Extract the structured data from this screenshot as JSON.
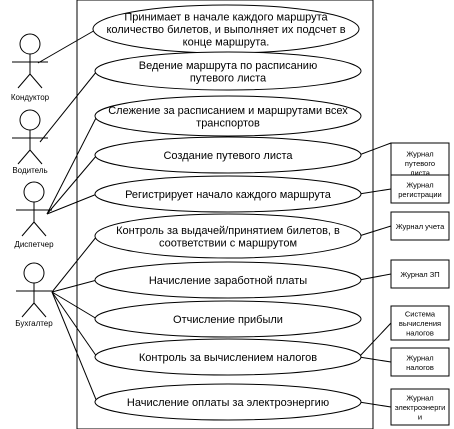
{
  "actors": [
    {
      "id": "a1",
      "label": "Кондуктор"
    },
    {
      "id": "a2",
      "label": "Водитель"
    },
    {
      "id": "a3",
      "label": "Диспетчер"
    },
    {
      "id": "a4",
      "label": "Бухгалтер"
    }
  ],
  "use_cases": [
    {
      "id": "u1",
      "lines": [
        "Принимает в начале каждого маршрута",
        "количество билетов, и выполняет их подсчет в",
        "конце маршрута."
      ]
    },
    {
      "id": "u2",
      "lines": [
        "Ведение маршрута по расписанию",
        "путевого листа"
      ]
    },
    {
      "id": "u3",
      "lines": [
        "Слежение за расписанием и маршрутами всех",
        "транспортов"
      ]
    },
    {
      "id": "u4",
      "lines": [
        "Создание путевого листа"
      ]
    },
    {
      "id": "u5",
      "lines": [
        "Регистрирует начало каждого маршрута"
      ]
    },
    {
      "id": "u6",
      "lines": [
        "Контроль за выдачей/принятием билетов, в",
        "соответствии с маршрутом"
      ]
    },
    {
      "id": "u7",
      "lines": [
        "Начисление заработной платы"
      ]
    },
    {
      "id": "u8",
      "lines": [
        "Отчисление прибыли"
      ]
    },
    {
      "id": "u9",
      "lines": [
        "Контроль за вычислением налогов"
      ]
    },
    {
      "id": "u10",
      "lines": [
        "Начисление оплаты за электроэнергию"
      ]
    }
  ],
  "documents": [
    {
      "id": "d1",
      "lines": [
        "Журнал",
        "путевого",
        "листа"
      ]
    },
    {
      "id": "d2",
      "lines": [
        "Журнал",
        "регистрации"
      ]
    },
    {
      "id": "d3",
      "lines": [
        "Журнал учета"
      ]
    },
    {
      "id": "d4",
      "lines": [
        "Журнал ЗП"
      ]
    },
    {
      "id": "d5",
      "lines": [
        "Система",
        "вычисления",
        "налогов"
      ]
    },
    {
      "id": "d6",
      "lines": [
        "Журнал",
        "налогов"
      ]
    },
    {
      "id": "d7",
      "lines": [
        "Журнал",
        "электроэнерги",
        "и"
      ]
    }
  ],
  "actor_links": [
    {
      "actor": "a1",
      "use_case": "u1"
    },
    {
      "actor": "a2",
      "use_case": "u2"
    },
    {
      "actor": "a3",
      "use_case": "u3"
    },
    {
      "actor": "a3",
      "use_case": "u4"
    },
    {
      "actor": "a3",
      "use_case": "u5"
    },
    {
      "actor": "a4",
      "use_case": "u6"
    },
    {
      "actor": "a4",
      "use_case": "u7"
    },
    {
      "actor": "a4",
      "use_case": "u8"
    },
    {
      "actor": "a4",
      "use_case": "u9"
    },
    {
      "actor": "a4",
      "use_case": "u10"
    }
  ],
  "document_links": [
    {
      "use_case": "u4",
      "document": "d1"
    },
    {
      "use_case": "u5",
      "document": "d2"
    },
    {
      "use_case": "u6",
      "document": "d3"
    },
    {
      "use_case": "u7",
      "document": "d4"
    },
    {
      "use_case": "u9",
      "document": "d5"
    },
    {
      "use_case": "u9",
      "document": "d6"
    },
    {
      "use_case": "u10",
      "document": "d7"
    }
  ]
}
